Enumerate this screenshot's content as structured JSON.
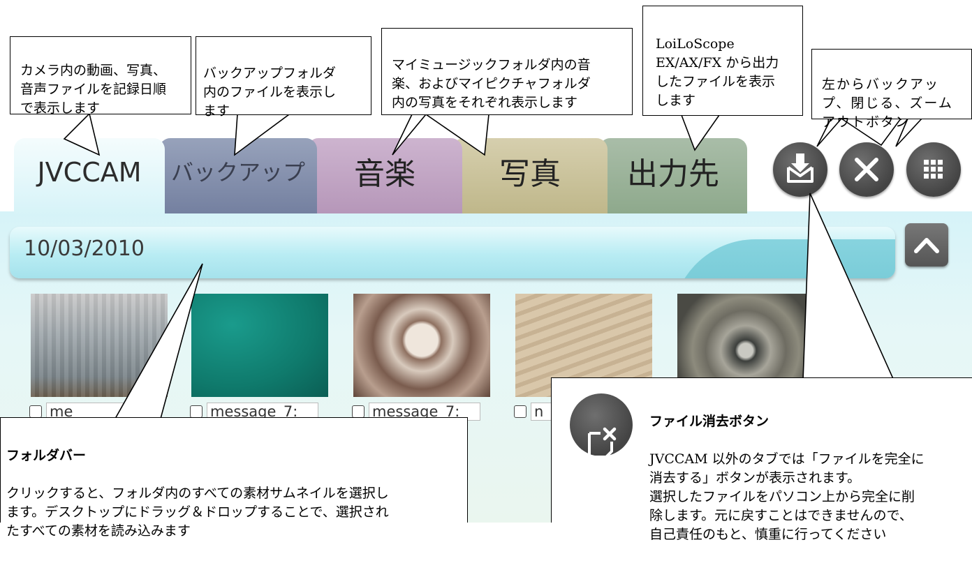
{
  "tabs": [
    {
      "label": "JVCCAM"
    },
    {
      "label": "バックアップ"
    },
    {
      "label": "音楽"
    },
    {
      "label": "写真"
    },
    {
      "label": "出力先"
    }
  ],
  "folder_bar": {
    "date": "10/03/2010"
  },
  "thumbnails": [
    {
      "label": "me"
    },
    {
      "label": "message_7:"
    },
    {
      "label": "message_7:"
    },
    {
      "label": "n"
    },
    {
      "label": ""
    }
  ],
  "buttons": {
    "backup": "backup-icon",
    "close": "close-icon",
    "zoom_out": "grid-icon",
    "collapse": "chevron-up-icon",
    "delete_file": "delete-file-icon"
  },
  "callouts": {
    "jvccam": "カメラ内の動画、写真、\n音声ファイルを記録日順\nで表示します",
    "backup": "バックアップフォルダ\n内のファイルを表示し\nます",
    "music_photo": "マイミュージックフォルダ内の音\n楽、およびマイピクチャフォルダ\n内の写真をそれぞれ表示します",
    "output": "LoiLoScope\nEX/AX/FX から出力\nしたファイルを表示\nします",
    "buttons": "左からバックアッ\nプ、閉じる、ズーム\nアウトボタン",
    "folder_bar_title": "フォルダバー",
    "folder_bar_body": "クリックすると、フォルダ内のすべての素材サムネイルを選択し\nます。デスクトップにドラッグ＆ドロップすることで、選択され\nたすべての素材を読み込みます",
    "delete_title": "ファイル消去ボタン",
    "delete_body": "JVCCAM 以外のタブでは「ファイルを完全に\n消去する」ボタンが表示されます。\n選択したファイルをパソコン上から完全に削\n除します。元に戻すことはできませんので、\n自己責任のもと、慎重に行ってください"
  },
  "colors": {
    "tab_jvccam": "#e8f9fc",
    "tab_backup": "#8793ad",
    "tab_music": "#c5a9c9",
    "tab_photo": "#cdc6a0",
    "tab_output": "#9fb59d",
    "panel": "#d9f3f6",
    "folder_bar": "#b8ecf3"
  }
}
